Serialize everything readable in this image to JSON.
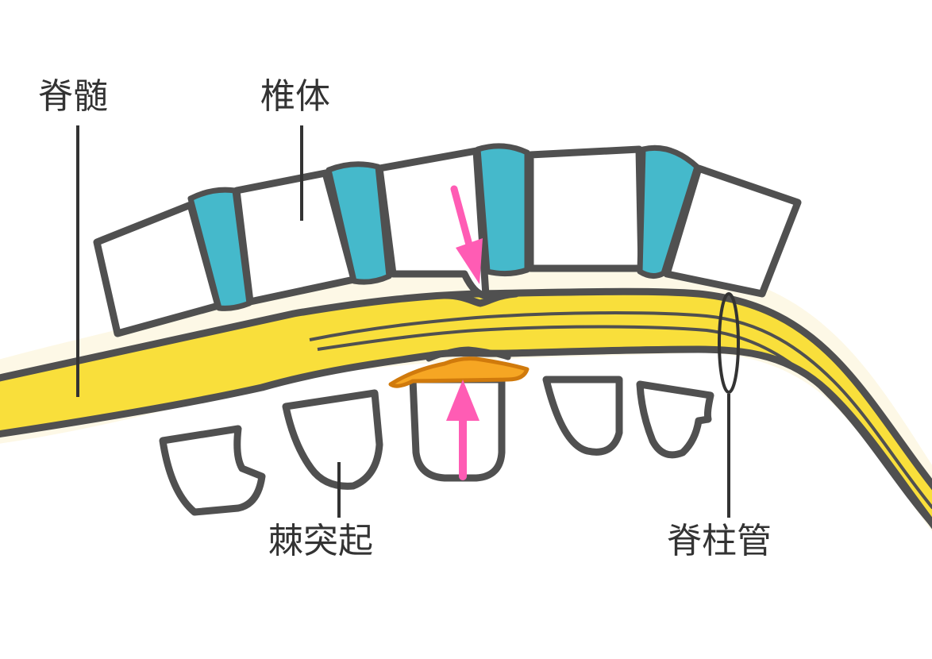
{
  "labels": {
    "spinal_cord": "脊髄",
    "vertebral_body": "椎体",
    "spinous_process": "棘突起",
    "spinal_canal": "脊柱管"
  },
  "colors": {
    "cord_yellow": "#f9df3b",
    "disc_teal": "#45b9cb",
    "disc_teal_edge": "#157f91",
    "ligament_orange": "#f6a623",
    "ligament_edge": "#d07a0c",
    "arrow_pink": "#ff5cb4",
    "outline": "#505050",
    "halo": "#fdf8e6"
  }
}
